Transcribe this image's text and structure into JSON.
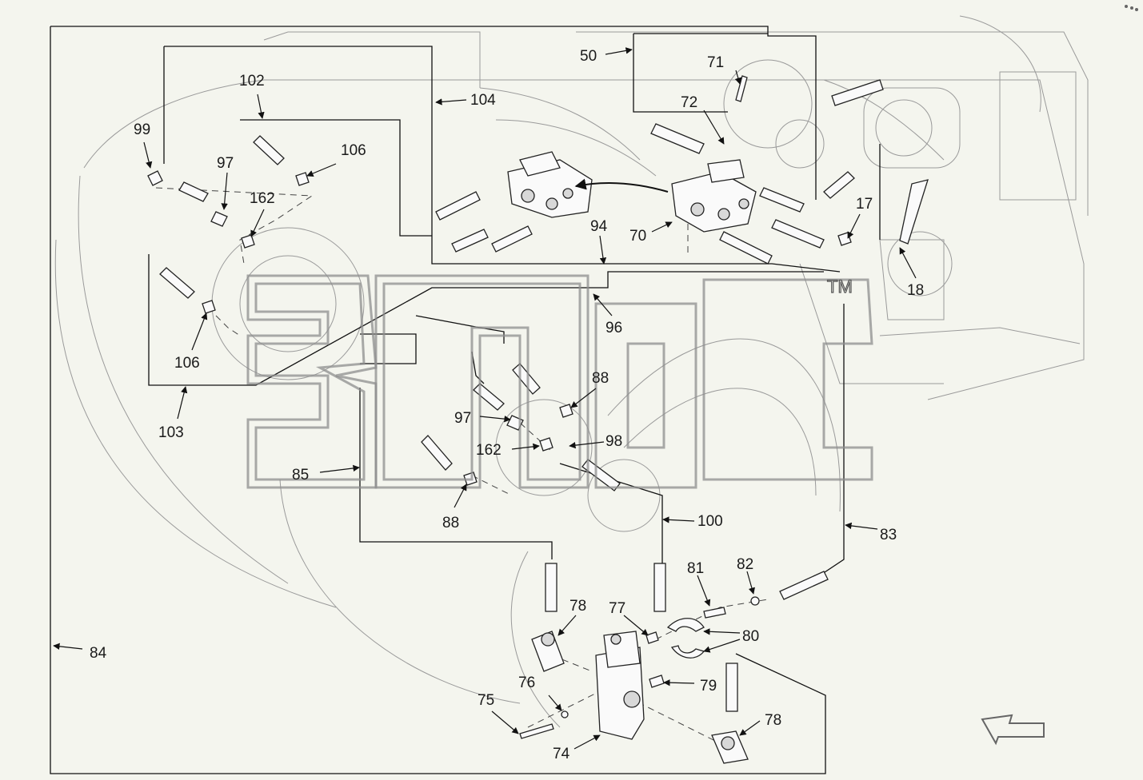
{
  "callouts": {
    "c50": "50",
    "c71": "71",
    "c72": "72",
    "c104": "104",
    "c102": "102",
    "c99": "99",
    "c106a": "106",
    "c97a": "97",
    "c162a": "162",
    "c70": "70",
    "c94": "94",
    "c17": "17",
    "c18": "18",
    "c96": "96",
    "c106b": "106",
    "c103": "103",
    "c88a": "88",
    "c97b": "97",
    "c98": "98",
    "c162b": "162",
    "c85": "85",
    "c88b": "88",
    "c100": "100",
    "c83": "83",
    "c81": "81",
    "c82": "82",
    "c78a": "78",
    "c77": "77",
    "c80": "80",
    "c84": "84",
    "c76": "76",
    "c79": "79",
    "c75": "75",
    "c78b": "78",
    "c74": "74"
  },
  "watermark": {
    "trademark": "TM"
  },
  "icons": {
    "orientation_arrow": "direction-arrow-icon",
    "corner_mark": "sheet-corner-icon"
  },
  "colors": {
    "background": "#f4f5ee",
    "line": "#111111",
    "watermark": "#8e8e8e"
  }
}
